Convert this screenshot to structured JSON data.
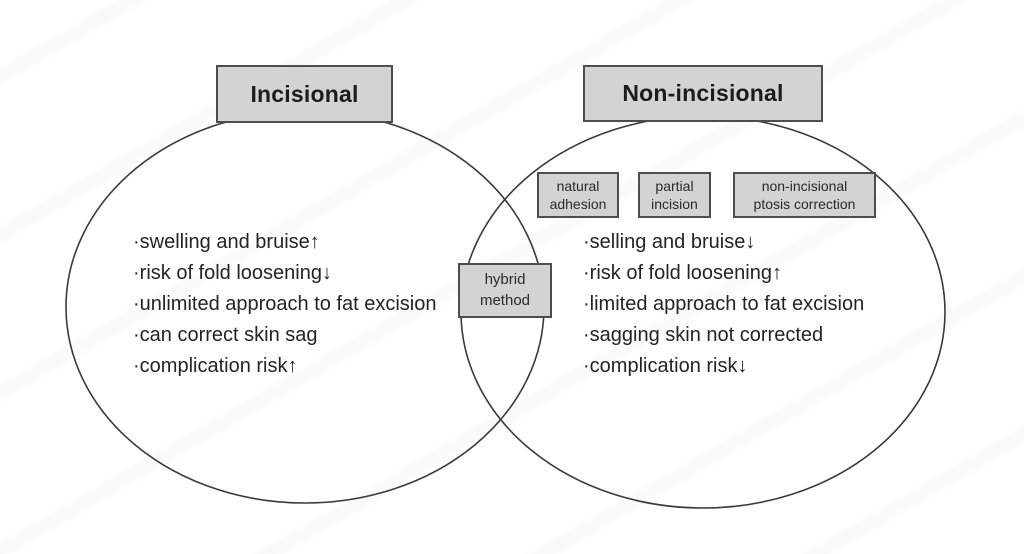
{
  "diagram": {
    "left_group": {
      "title": "Incisional",
      "items": [
        "·swelling and bruise↑",
        "·risk of fold loosening↓",
        "·unlimited approach to fat excision",
        "·can correct skin sag",
        "·complication risk↑"
      ]
    },
    "right_group": {
      "title": "Non-incisional",
      "method_boxes": [
        "natural\nadhesion",
        "partial\nincision",
        "non-incisional\nptosis correction"
      ],
      "items": [
        "·selling and bruise↓",
        "·risk of fold loosening↑",
        "·limited approach to fat excision",
        "·sagging skin not corrected",
        "·complication risk↓"
      ]
    },
    "overlap": {
      "label": "hybrid\nmethod"
    }
  },
  "colors": {
    "box_fill": "#d3d3d3",
    "box_border": "#4d4d4d",
    "circle_stroke": "#3a3a3a",
    "text": "#242424",
    "background": "#ffffff"
  }
}
